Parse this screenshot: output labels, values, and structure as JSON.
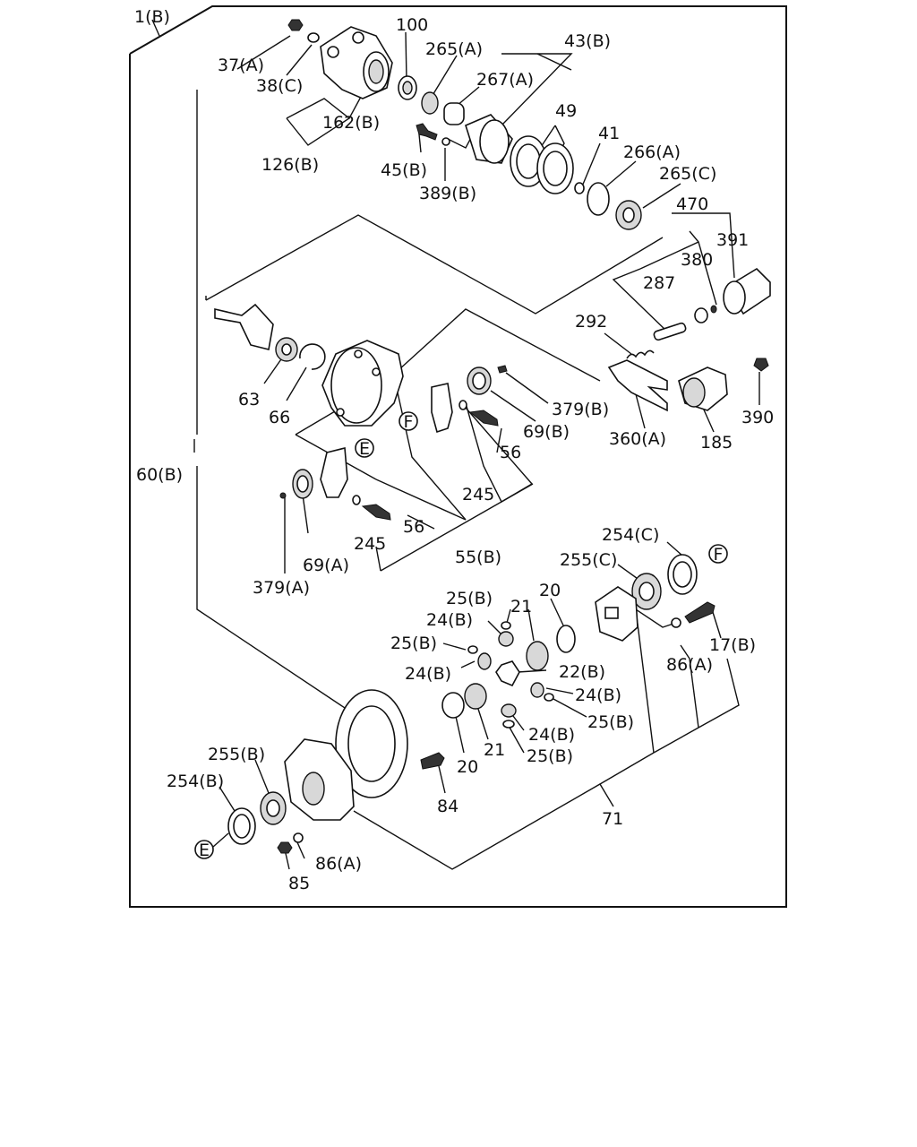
{
  "callouts": [
    {
      "id": "c1",
      "text": "1(B)"
    },
    {
      "id": "c37a",
      "text": "37(A)"
    },
    {
      "id": "c38c",
      "text": "38(C)"
    },
    {
      "id": "c100",
      "text": "100"
    },
    {
      "id": "c265a",
      "text": "265(A)"
    },
    {
      "id": "c43b",
      "text": "43(B)"
    },
    {
      "id": "c267a",
      "text": "267(A)"
    },
    {
      "id": "c162b",
      "text": "162(B)"
    },
    {
      "id": "c126b",
      "text": "126(B)"
    },
    {
      "id": "c45b",
      "text": "45(B)"
    },
    {
      "id": "c389b",
      "text": "389(B)"
    },
    {
      "id": "c49",
      "text": "49"
    },
    {
      "id": "c41",
      "text": "41"
    },
    {
      "id": "c266a",
      "text": "266(A)"
    },
    {
      "id": "c265c",
      "text": "265(C)"
    },
    {
      "id": "c470",
      "text": "470"
    },
    {
      "id": "c391",
      "text": "391"
    },
    {
      "id": "c380",
      "text": "380"
    },
    {
      "id": "c287",
      "text": "287"
    },
    {
      "id": "c292",
      "text": "292"
    },
    {
      "id": "c63",
      "text": "63"
    },
    {
      "id": "c66",
      "text": "66"
    },
    {
      "id": "c379b",
      "text": "379(B)"
    },
    {
      "id": "c69b",
      "text": "69(B)"
    },
    {
      "id": "c360a",
      "text": "360(A)"
    },
    {
      "id": "c185",
      "text": "185"
    },
    {
      "id": "c390",
      "text": "390"
    },
    {
      "id": "c60b",
      "text": "60(B)"
    },
    {
      "id": "c56a",
      "text": "56"
    },
    {
      "id": "c245a",
      "text": "245"
    },
    {
      "id": "c56b",
      "text": "56"
    },
    {
      "id": "c245b",
      "text": "245"
    },
    {
      "id": "c55b",
      "text": "55(B)"
    },
    {
      "id": "c69a",
      "text": "69(A)"
    },
    {
      "id": "c379a",
      "text": "379(A)"
    },
    {
      "id": "c254c",
      "text": "254(C)"
    },
    {
      "id": "c255c",
      "text": "255(C)"
    },
    {
      "id": "c25b1",
      "text": "25(B)"
    },
    {
      "id": "c21a",
      "text": "21"
    },
    {
      "id": "c20a",
      "text": "20"
    },
    {
      "id": "c24b1",
      "text": "24(B)"
    },
    {
      "id": "c25b2",
      "text": "25(B)"
    },
    {
      "id": "c17b",
      "text": "17(B)"
    },
    {
      "id": "c86a1",
      "text": "86(A)"
    },
    {
      "id": "c24b2",
      "text": "24(B)"
    },
    {
      "id": "c22b",
      "text": "22(B)"
    },
    {
      "id": "c24b3",
      "text": "24(B)"
    },
    {
      "id": "c25b3",
      "text": "25(B)"
    },
    {
      "id": "c24b4",
      "text": "24(B)"
    },
    {
      "id": "c25b4",
      "text": "25(B)"
    },
    {
      "id": "c20b",
      "text": "20"
    },
    {
      "id": "c21b",
      "text": "21"
    },
    {
      "id": "c255b",
      "text": "255(B)"
    },
    {
      "id": "c254b",
      "text": "254(B)"
    },
    {
      "id": "c84",
      "text": "84"
    },
    {
      "id": "c71",
      "text": "71"
    },
    {
      "id": "c86a2",
      "text": "86(A)"
    },
    {
      "id": "c85",
      "text": "85"
    }
  ],
  "markers": [
    {
      "id": "mE1",
      "text": "E"
    },
    {
      "id": "mF1",
      "text": "F"
    },
    {
      "id": "mF2",
      "text": "F"
    },
    {
      "id": "mE2",
      "text": "E"
    }
  ]
}
